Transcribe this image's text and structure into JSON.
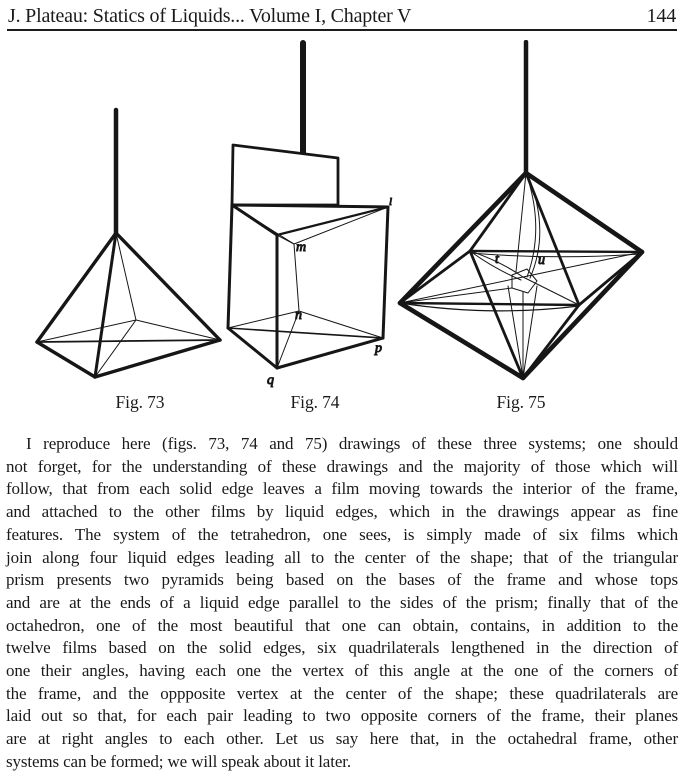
{
  "page": {
    "background": "#ffffff",
    "ink_color": "#1a1a1a"
  },
  "header": {
    "title": "J. Plateau: Statics of Liquids... Volume I, Chapter V",
    "page_number": "144"
  },
  "figures": {
    "fig73": {
      "caption": "Fig. 73"
    },
    "fig74": {
      "caption": "Fig. 74",
      "labels": {
        "l": "l",
        "m": "m",
        "n": "n",
        "p": "p",
        "q": "q"
      }
    },
    "fig75": {
      "caption": "Fig. 75",
      "labels": {
        "t": "t",
        "u": "u"
      }
    }
  },
  "body": {
    "lines": [
      "I reproduce here (figs. 73, 74 and 75) drawings of these three systems; one should",
      "not forget, for the understanding of these drawings and the majority of those which will",
      "follow, that from each solid edge leaves a film moving towards the interior of the frame,",
      "and attached to the other films by liquid edges, which in the drawings appear as fine",
      "features. The system of the tetrahedron, one sees, is simply made of six films which",
      "join along four liquid edges leading all to the center of the shape; that of the triangular",
      "prism presents two pyramids being based on the bases of the frame and whose tops",
      "and are at the ends of a liquid edge parallel to the sides of the prism; finally that of the",
      "octahedron, one of the most beautiful that one can obtain, contains, in addition to the",
      "twelve films based on the solid edges, six quadrilaterals lengthened in the direction of",
      "one their angles, having each one the vertex of this angle at the one of the corners of",
      "the frame, and the oppposite vertex at the center of the shape; these quadrilaterals are",
      "laid out so that, for each pair leading to two opposite corners of the frame, their planes",
      "are at right angles to each other. Let us say here that, in the octahedral frame, other",
      "systems can be formed; we will speak about it later."
    ]
  }
}
